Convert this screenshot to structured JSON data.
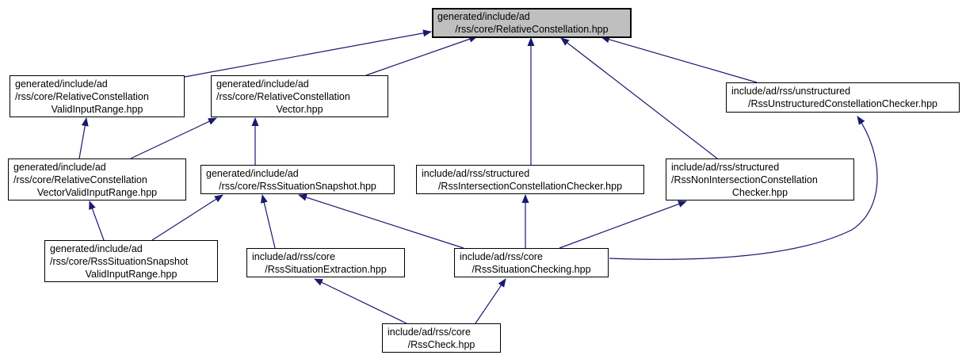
{
  "diagram": {
    "kind": "include-dependency-graph",
    "edge_color": "#191970",
    "root_fill": "#bfbfbf",
    "node_fill": "#ffffff",
    "border_color": "#000000",
    "text_color": "#000000"
  },
  "nodes": [
    {
      "id": "relative-constellation",
      "root": true,
      "lines": [
        "generated/include/ad",
        "/rss/core/RelativeConstellation.hpp"
      ]
    },
    {
      "id": "relative-constellation-valid-input-range",
      "lines": [
        "generated/include/ad",
        "/rss/core/RelativeConstellation",
        "ValidInputRange.hpp"
      ]
    },
    {
      "id": "relative-constellation-vector",
      "lines": [
        "generated/include/ad",
        "/rss/core/RelativeConstellation",
        "Vector.hpp"
      ]
    },
    {
      "id": "rss-unstructured-constellation-checker",
      "lines": [
        "include/ad/rss/unstructured",
        "/RssUnstructuredConstellationChecker.hpp"
      ]
    },
    {
      "id": "relative-constellation-vector-valid-input-range",
      "lines": [
        "generated/include/ad",
        "/rss/core/RelativeConstellation",
        "VectorValidInputRange.hpp"
      ]
    },
    {
      "id": "rss-situation-snapshot",
      "lines": [
        "generated/include/ad",
        "/rss/core/RssSituationSnapshot.hpp"
      ]
    },
    {
      "id": "rss-intersection-constellation-checker",
      "lines": [
        "include/ad/rss/structured",
        "/RssIntersectionConstellationChecker.hpp"
      ]
    },
    {
      "id": "rss-non-intersection-constellation-checker",
      "lines": [
        "include/ad/rss/structured",
        "/RssNonIntersectionConstellation",
        "Checker.hpp"
      ]
    },
    {
      "id": "rss-situation-snapshot-valid-input-range",
      "lines": [
        "generated/include/ad",
        "/rss/core/RssSituationSnapshot",
        "ValidInputRange.hpp"
      ]
    },
    {
      "id": "rss-situation-extraction",
      "lines": [
        "include/ad/rss/core",
        "/RssSituationExtraction.hpp"
      ]
    },
    {
      "id": "rss-situation-checking",
      "lines": [
        "include/ad/rss/core",
        "/RssSituationChecking.hpp"
      ]
    },
    {
      "id": "rss-check",
      "lines": [
        "include/ad/rss/core",
        "/RssCheck.hpp"
      ]
    }
  ],
  "edges": [
    {
      "from": "relative-constellation-valid-input-range",
      "to": "relative-constellation"
    },
    {
      "from": "relative-constellation-vector",
      "to": "relative-constellation"
    },
    {
      "from": "rss-intersection-constellation-checker",
      "to": "relative-constellation"
    },
    {
      "from": "rss-non-intersection-constellation-checker",
      "to": "relative-constellation"
    },
    {
      "from": "rss-unstructured-constellation-checker",
      "to": "relative-constellation"
    },
    {
      "from": "relative-constellation-vector-valid-input-range",
      "to": "relative-constellation-valid-input-range"
    },
    {
      "from": "relative-constellation-vector-valid-input-range",
      "to": "relative-constellation-vector"
    },
    {
      "from": "rss-situation-snapshot",
      "to": "relative-constellation-vector"
    },
    {
      "from": "rss-situation-snapshot-valid-input-range",
      "to": "relative-constellation-vector-valid-input-range"
    },
    {
      "from": "rss-situation-snapshot-valid-input-range",
      "to": "rss-situation-snapshot"
    },
    {
      "from": "rss-situation-extraction",
      "to": "rss-situation-snapshot"
    },
    {
      "from": "rss-situation-checking",
      "to": "rss-situation-snapshot"
    },
    {
      "from": "rss-situation-checking",
      "to": "rss-intersection-constellation-checker"
    },
    {
      "from": "rss-situation-checking",
      "to": "rss-non-intersection-constellation-checker"
    },
    {
      "from": "rss-situation-checking",
      "to": "rss-unstructured-constellation-checker"
    },
    {
      "from": "rss-check",
      "to": "rss-situation-extraction"
    },
    {
      "from": "rss-check",
      "to": "rss-situation-checking"
    }
  ]
}
